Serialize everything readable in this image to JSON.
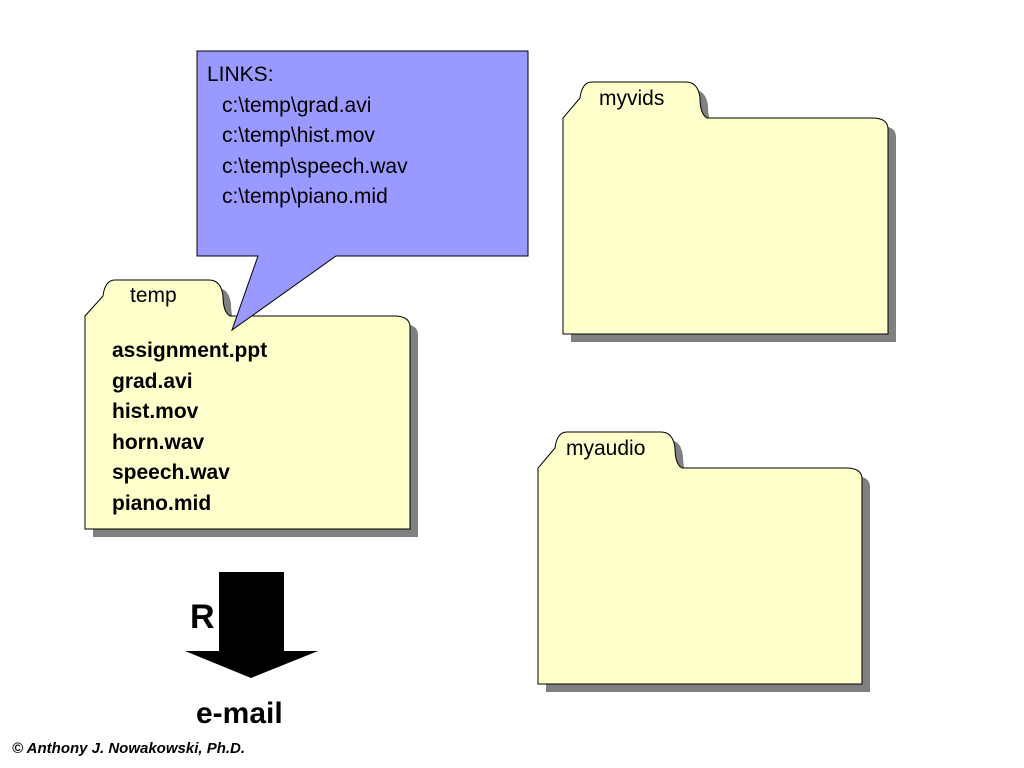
{
  "colors": {
    "folder_fill": "#FFFFCC",
    "folder_shadow": "#808080",
    "callout_fill": "#9999FF",
    "outline": "#000000",
    "arrow": "#000000"
  },
  "callout": {
    "heading": "LINKS:",
    "links": [
      "c:\\temp\\grad.avi",
      "c:\\temp\\hist.mov",
      "c:\\temp\\speech.wav",
      "c:\\temp\\piano.mid"
    ]
  },
  "folders": {
    "temp": {
      "label": "temp",
      "files": [
        "assignment.ppt",
        "grad.avi",
        "hist.mov",
        "horn.wav",
        "speech.wav",
        "piano.mid"
      ]
    },
    "myvids": {
      "label": "myvids"
    },
    "myaudio": {
      "label": "myaudio"
    }
  },
  "arrow": {
    "letter": "R",
    "caption": "e-mail"
  },
  "footer": {
    "copyright": "©  Anthony J. Nowakowski, Ph.D."
  }
}
